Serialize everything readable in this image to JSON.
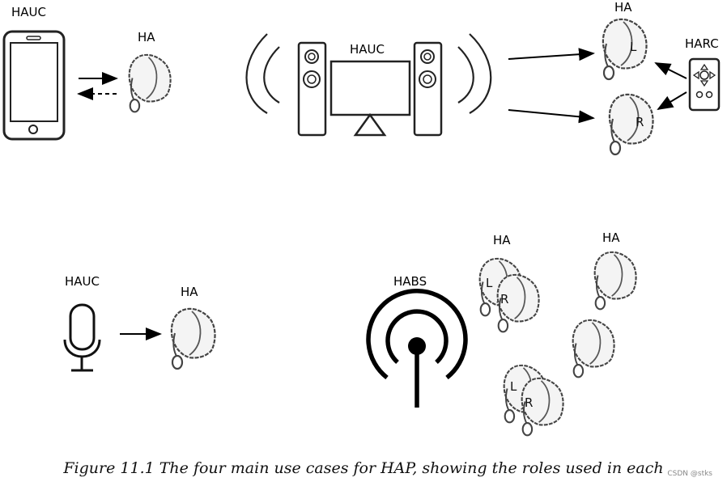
{
  "labels": {
    "hauc_phone": "HAUC",
    "ha_phone": "HA",
    "hauc_tv": "HAUC",
    "ha_top": "HA",
    "harc": "HARC",
    "hauc_mic": "HAUC",
    "ha_mic": "HA",
    "habs": "HABS",
    "ha_broadcast_1": "HA",
    "ha_broadcast_2": "HA",
    "left_marker": "L",
    "right_marker": "R"
  },
  "caption": "Figure 11.1  The four main use cases for HAP, showing the roles used in each",
  "watermark": "CSDN @stks"
}
